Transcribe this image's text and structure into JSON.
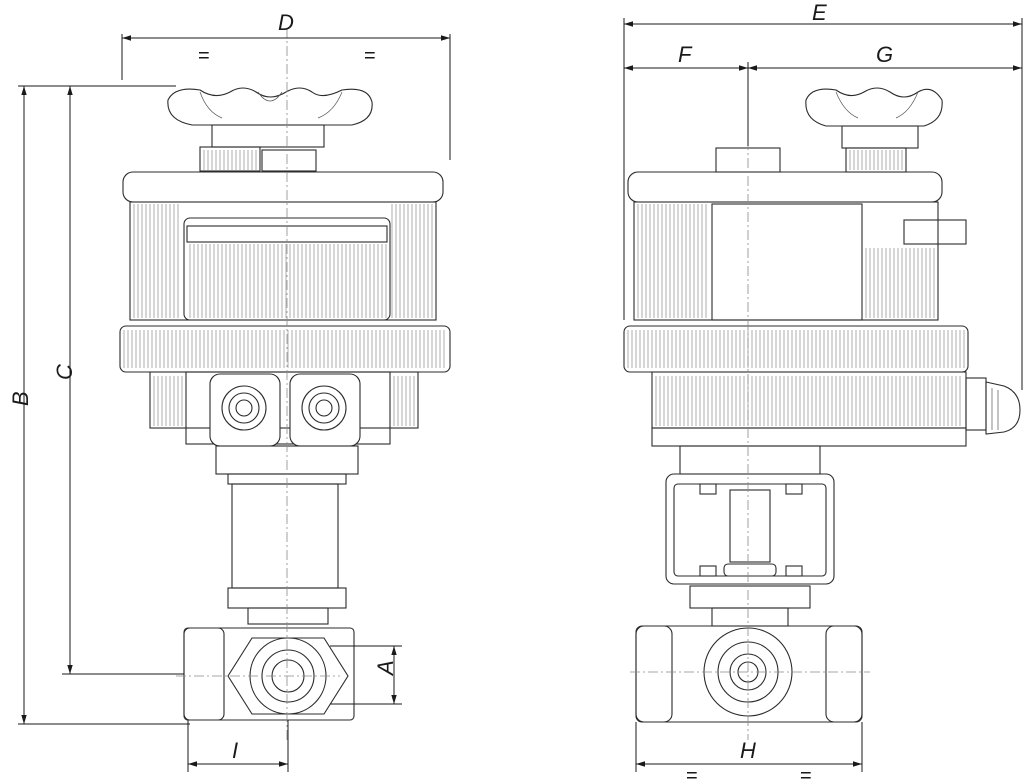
{
  "labels": {
    "D": "D",
    "E": "E",
    "F": "F",
    "G": "G",
    "B": "B",
    "C": "C",
    "A": "A",
    "I": "I",
    "H": "H"
  },
  "equal_marks": {
    "d_left": "=",
    "d_right": "=",
    "h_left": "=",
    "h_right": "="
  }
}
